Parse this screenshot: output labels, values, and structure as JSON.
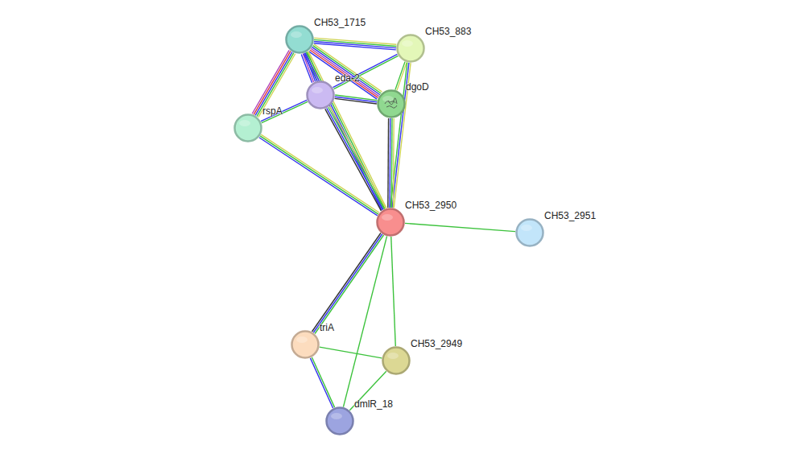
{
  "diagram": {
    "nodes": [
      {
        "text": [
          "CH53_1715"
        ]
      },
      {
        "text": [
          "CH53_883"
        ]
      },
      {
        "text": [
          "eda-2"
        ]
      },
      {
        "text": [
          "dgoD"
        ]
      },
      {
        "text": [
          "rspA"
        ]
      },
      {
        "text": [
          "CH53_2950"
        ]
      },
      {
        "text": [
          "CH53_2951"
        ]
      },
      {
        "text": [
          "triA"
        ]
      },
      {
        "text": [
          "CH53_2949"
        ]
      },
      {
        "text": [
          "dmlR_18"
        ]
      }
    ],
    "edges": [
      {
        "from": 0,
        "to": 1,
        "arrow": "none"
      },
      {
        "from": 0,
        "to": 2,
        "arrow": "none"
      },
      {
        "from": 0,
        "to": 3,
        "arrow": "none"
      },
      {
        "from": 0,
        "to": 4,
        "arrow": "none"
      },
      {
        "from": 0,
        "to": 5,
        "arrow": "none"
      },
      {
        "from": 1,
        "to": 2,
        "arrow": "none"
      },
      {
        "from": 1,
        "to": 3,
        "arrow": "none"
      },
      {
        "from": 1,
        "to": 5,
        "arrow": "none"
      },
      {
        "from": 2,
        "to": 3,
        "arrow": "none"
      },
      {
        "from": 2,
        "to": 4,
        "arrow": "none"
      },
      {
        "from": 2,
        "to": 5,
        "arrow": "none"
      },
      {
        "from": 3,
        "to": 5,
        "arrow": "none"
      },
      {
        "from": 4,
        "to": 5,
        "arrow": "none"
      },
      {
        "from": 5,
        "to": 6,
        "arrow": "none"
      },
      {
        "from": 5,
        "to": 7,
        "arrow": "none"
      },
      {
        "from": 5,
        "to": 8,
        "arrow": "none"
      },
      {
        "from": 5,
        "to": 9,
        "arrow": "none"
      },
      {
        "from": 7,
        "to": 8,
        "arrow": "none"
      },
      {
        "from": 7,
        "to": 9,
        "arrow": "none"
      },
      {
        "from": 8,
        "to": 9,
        "arrow": "none"
      }
    ]
  }
}
